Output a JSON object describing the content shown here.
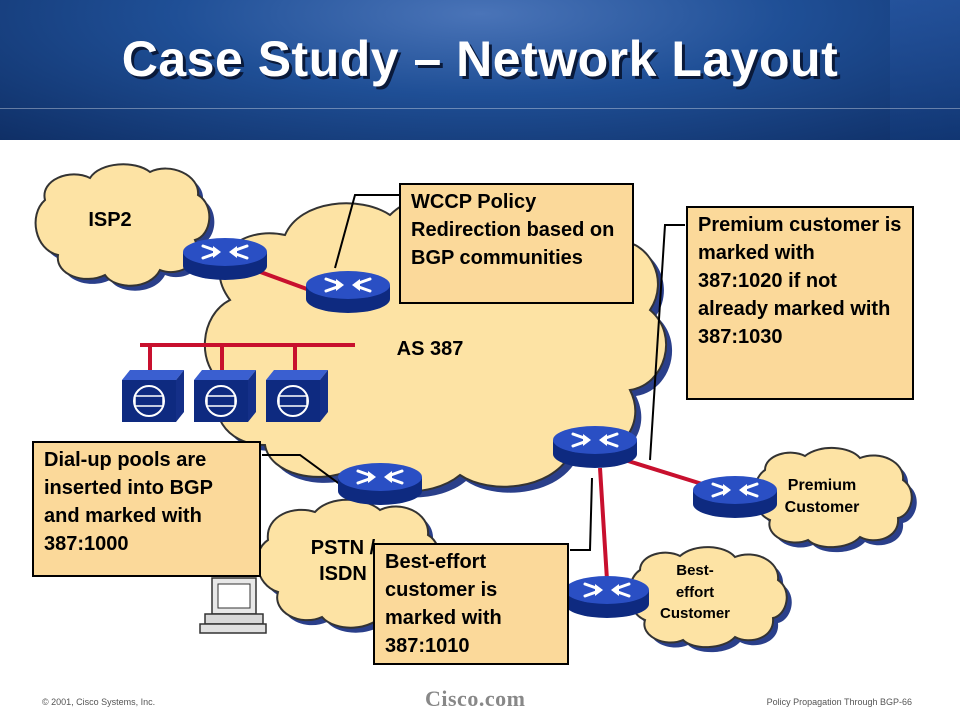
{
  "title": "Case Study – Network Layout",
  "clouds": {
    "isp2": "ISP2",
    "as387": "AS 387",
    "pstn_line1": "PSTN /",
    "pstn_line2": "ISDN",
    "premium_line1": "Premium",
    "premium_line2": "Customer",
    "besteffort_line1": "Best-",
    "besteffort_line2": "effort",
    "besteffort_line3": "Customer"
  },
  "callouts": {
    "wccp": "WCCP Policy Redirection based on BGP communities",
    "premium": "Premium customer is marked with 387:1020 if not already marked with 387:1030",
    "dialup": "Dial-up pools are inserted into BGP and marked with 387:1000",
    "besteffort": "Best-effort customer is marked with 387:1010"
  },
  "footer": {
    "copyright": "© 2001, Cisco Systems, Inc.",
    "brand": "Cisco.com",
    "page": "Policy Propagation Through BGP-66"
  },
  "colors": {
    "cloud": "#fde3a4",
    "callout": "#fbd99a",
    "router": "#1f3fb0",
    "link": "#c8102e",
    "header": "#1f4f96"
  },
  "icons": [
    "router-icon",
    "cache-engine-icon",
    "pc-icon"
  ]
}
